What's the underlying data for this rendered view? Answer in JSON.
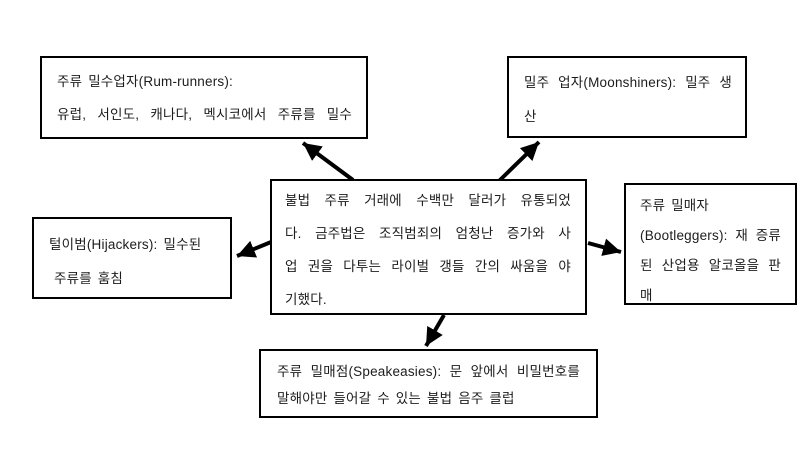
{
  "diagram": {
    "topic": "불법 주류 거래 (Illegal liquor trade) concept map",
    "colors": {
      "background": "#ffffff",
      "box_border": "#000000",
      "text": "#1c1c1c",
      "arrow": "#000000"
    },
    "nodes": {
      "center": {
        "id": "center",
        "lines": [
          "불법 주류 거래에 수백만 달러가 유통되었",
          "다. 금주법은 조직범죄의 엄청난 증가와 사",
          "업 권을 다투는 라이벌 갱들 간의 싸움을 야",
          "기했다."
        ],
        "full_text": "불법 주류 거래에 수백만 달러가 유통되었다. 금주법은 조직범죄의 엄청난 증가와 사업 권을 다투는 라이벌 갱들 간의 싸움을 야기했다."
      },
      "rum_runners": {
        "id": "rum-runners",
        "lines": [
          "주류 밀수업자(Rum-runners):",
          "유럽, 서인도, 캐나다, 멕시코에서 주류를 밀수"
        ],
        "full_text": "주류 밀수업자(Rum-runners): 유럽, 서인도, 캐나다, 멕시코에서 주류를 밀수"
      },
      "moonshiners": {
        "id": "moonshiners",
        "lines": [
          "밀주 업자(Moonshiners): 밀주 생",
          "산"
        ],
        "full_text": "밀주 업자(Moonshiners): 밀주 생산"
      },
      "hijackers": {
        "id": "hijackers",
        "lines": [
          "털이범(Hijackers): 밀수된",
          "주류를 훔침"
        ],
        "full_text": "털이범(Hijackers): 밀수된 주류를 훔침"
      },
      "bootleggers": {
        "id": "bootleggers",
        "lines": [
          "주류 밀매자",
          "(Bootleggers): 재 증류",
          "된 산업용 알코올을 판",
          "매"
        ],
        "full_text": "주류 밀매자(Bootleggers): 재 증류된 산업용 알코올을 판매"
      },
      "speakeasies": {
        "id": "speakeasies",
        "lines": [
          "주류 밀매점(Speakeasies): 문 앞에서 비밀번호를",
          "말해야만 들어갈 수 있는 불법 음주 클럽"
        ],
        "full_text": "주류 밀매점(Speakeasies): 문 앞에서 비밀번호를 말해야만 들어갈 수 있는 불법 음주 클럽"
      }
    },
    "connections": [
      {
        "from": "center",
        "to": "rum-runners"
      },
      {
        "from": "center",
        "to": "moonshiners"
      },
      {
        "from": "center",
        "to": "hijackers"
      },
      {
        "from": "center",
        "to": "bootleggers"
      },
      {
        "from": "center",
        "to": "speakeasies"
      }
    ]
  }
}
